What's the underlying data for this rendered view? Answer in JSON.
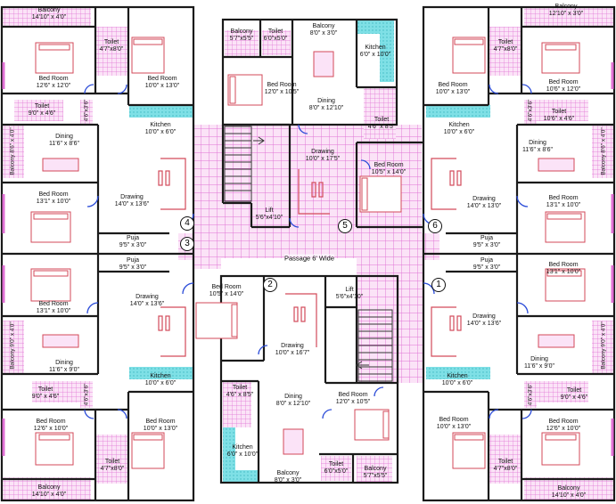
{
  "colors": {
    "wall": "#1a1a1a",
    "tile": "#f2a6e6",
    "tile_line": "#e070d4",
    "tile_bg": "#fbe3f7",
    "kitchen": "#7fe0e6",
    "door": "#2a4bd8",
    "furniture": "#d34a5a",
    "stair": "#333333"
  },
  "passage": {
    "label": "Passage 6' Wide"
  },
  "flat_numbers": [
    "4",
    "3",
    "5",
    "6",
    "2",
    "1"
  ],
  "rooms": [
    {
      "key": "tl_balcony",
      "name": "Balcony",
      "dim": "14'10\" x 4'0\""
    },
    {
      "key": "tl_toilet",
      "name": "Toilet",
      "dim": "4'7\"x8'0\""
    },
    {
      "key": "tl_bed1",
      "name": "Bed Room",
      "dim": "12'6\" x 12'0\""
    },
    {
      "key": "tl_bed2",
      "name": "Bed Room",
      "dim": "10'0\" x 13'0\""
    },
    {
      "key": "tl_toilet2",
      "name": "Toilet",
      "dim": "9'0\" x 4'6\""
    },
    {
      "key": "tl_kitchen",
      "name": "Kitchen",
      "dim": "10'0\" x 6'0\""
    },
    {
      "key": "tl_dining",
      "name": "Dining",
      "dim": "11'6\" x 8'6\""
    },
    {
      "key": "tl_bed3",
      "name": "Bed Room",
      "dim": "13'1\" x 10'0\""
    },
    {
      "key": "tl_drawing",
      "name": "Drawing",
      "dim": "14'0\" x 13'6\""
    },
    {
      "key": "tl_puja",
      "name": "Puja",
      "dim": "9'5\" x 3'0\""
    },
    {
      "key": "bl_puja",
      "name": "Puja",
      "dim": "9'5\" x 3'0\""
    },
    {
      "key": "bl_bed1",
      "name": "Bed Room",
      "dim": "13'1\" x 10'0\""
    },
    {
      "key": "bl_drawing",
      "name": "Drawing",
      "dim": "14'0\" x 13'6\""
    },
    {
      "key": "bl_dining",
      "name": "Dining",
      "dim": "11'6\" x 9'0\""
    },
    {
      "key": "bl_kitchen",
      "name": "Kitchen",
      "dim": "10'0\" x 6'0\""
    },
    {
      "key": "bl_toilet",
      "name": "Toilet",
      "dim": "9'0\" x 4'6\""
    },
    {
      "key": "bl_bed2",
      "name": "Bed Room",
      "dim": "12'6\" x 10'0\""
    },
    {
      "key": "bl_bed3",
      "name": "Bed Room",
      "dim": "10'0\" x 13'0\""
    },
    {
      "key": "bl_toilet2",
      "name": "Toilet",
      "dim": "4'7\"x8'0\""
    },
    {
      "key": "bl_balcony",
      "name": "Balcony",
      "dim": "14'10\" x 4'0\""
    },
    {
      "key": "tc_balcony1",
      "name": "Balcony",
      "dim": "5'7\"x5'5\""
    },
    {
      "key": "tc_toilet",
      "name": "Toilet",
      "dim": "6'0\"x5'0\""
    },
    {
      "key": "tc_balcony2",
      "name": "Balcony",
      "dim": "8'0\" x 3'0\""
    },
    {
      "key": "tc_kitchen",
      "name": "Kitchen",
      "dim": "6'0\" x 10'0\""
    },
    {
      "key": "tc_bed",
      "name": "Bed Room",
      "dim": "12'0\" x 10'5\""
    },
    {
      "key": "tc_dining",
      "name": "Dining",
      "dim": "8'0\" x 12'10\""
    },
    {
      "key": "tc_toilet2",
      "name": "Toilet",
      "dim": "4'6\" x 8'5\""
    },
    {
      "key": "tc_drawing",
      "name": "Drawing",
      "dim": "10'0\" x 17'5\""
    },
    {
      "key": "tc_bed2",
      "name": "Bed Room",
      "dim": "10'5\" x 14'0\""
    },
    {
      "key": "tc_lift",
      "name": "Lift",
      "dim": "5'6\"x4'10\""
    },
    {
      "key": "bc_bed",
      "name": "Bed Room",
      "dim": "10'5\" x 14'0\""
    },
    {
      "key": "bc_lift",
      "name": "Lift",
      "dim": "5'6\"x4'10\""
    },
    {
      "key": "bc_drawing",
      "name": "Drawing",
      "dim": "10'0\" x 16'7\""
    },
    {
      "key": "bc_toilet",
      "name": "Toilet",
      "dim": "4'6\" x 8'5\""
    },
    {
      "key": "bc_dining",
      "name": "Dining",
      "dim": "8'0\" x 12'10\""
    },
    {
      "key": "bc_bed2",
      "name": "Bed Room",
      "dim": "12'0\" x 10'5\""
    },
    {
      "key": "bc_kitchen",
      "name": "Kitchen",
      "dim": "6'0\" x 10'0\""
    },
    {
      "key": "bc_toilet2",
      "name": "Toilet",
      "dim": "6'0\"x5'0\""
    },
    {
      "key": "bc_balcony1",
      "name": "Balcony",
      "dim": "8'0\" x 3'0\""
    },
    {
      "key": "bc_balcony2",
      "name": "Balcony",
      "dim": "5'7\"x5'5\""
    },
    {
      "key": "tr_balcony",
      "name": "Balcony",
      "dim": "12'10\" x 3'0\""
    },
    {
      "key": "tr_toilet",
      "name": "Toilet",
      "dim": "4'7\"x8'0\""
    },
    {
      "key": "tr_bed1",
      "name": "Bed Room",
      "dim": "10'0\" x 13'0\""
    },
    {
      "key": "tr_bed2",
      "name": "Bed Room",
      "dim": "10'6\" x 12'0\""
    },
    {
      "key": "tr_toilet2",
      "name": "Toilet",
      "dim": "10'6\" x 4'6\""
    },
    {
      "key": "tr_kitchen",
      "name": "Kitchen",
      "dim": "10'0\" x 6'0\""
    },
    {
      "key": "tr_dining",
      "name": "Dining",
      "dim": "11'6\" x 8'6\""
    },
    {
      "key": "tr_drawing",
      "name": "Drawing",
      "dim": "14'0\" x 13'0\""
    },
    {
      "key": "tr_bed3",
      "name": "Bed Room",
      "dim": "13'1\" x 10'0\""
    },
    {
      "key": "tr_puja",
      "name": "Puja",
      "dim": "9'5\" x 3'0\""
    },
    {
      "key": "br_puja",
      "name": "Puja",
      "dim": "9'5\" x 3'0\""
    },
    {
      "key": "br_bed1",
      "name": "Bed Room",
      "dim": "13'1\" x 10'0\""
    },
    {
      "key": "br_drawing",
      "name": "Drawing",
      "dim": "14'0\" x 13'6\""
    },
    {
      "key": "br_dining",
      "name": "Dining",
      "dim": "11'6\" x 9'0\""
    },
    {
      "key": "br_kitchen",
      "name": "Kitchen",
      "dim": "10'0\" x 6'0\""
    },
    {
      "key": "br_toilet",
      "name": "Toilet",
      "dim": "9'0\" x 4'6\""
    },
    {
      "key": "br_bed2",
      "name": "Bed Room",
      "dim": "10'0\" x 13'0\""
    },
    {
      "key": "br_bed3",
      "name": "Bed Room",
      "dim": "12'6\" x 10'0\""
    },
    {
      "key": "br_toilet2",
      "name": "Toilet",
      "dim": "4'7\"x8'0\""
    },
    {
      "key": "br_balcony",
      "name": "Balcony",
      "dim": "14'10\" x 4'0\""
    }
  ],
  "vertical_labels": [
    {
      "key": "tl_bal_side",
      "text": "Balcony 8'6\" x 4'0\""
    },
    {
      "key": "tl_small",
      "text": "4'6\"x3'6\""
    },
    {
      "key": "bl_bal_side",
      "text": "Balcony 9'0\" x 4'0\""
    },
    {
      "key": "bl_small",
      "text": "4'6\"x3'6\""
    },
    {
      "key": "tr_small",
      "text": "4'6\"x3'6\""
    },
    {
      "key": "tr_bal_side",
      "text": "Balcony 8'6\" x 4'0\""
    },
    {
      "key": "br_bal_side",
      "text": "Balcony 9'0\" x 4'0\""
    },
    {
      "key": "br_small",
      "text": "4'6\"x3'6\""
    }
  ]
}
